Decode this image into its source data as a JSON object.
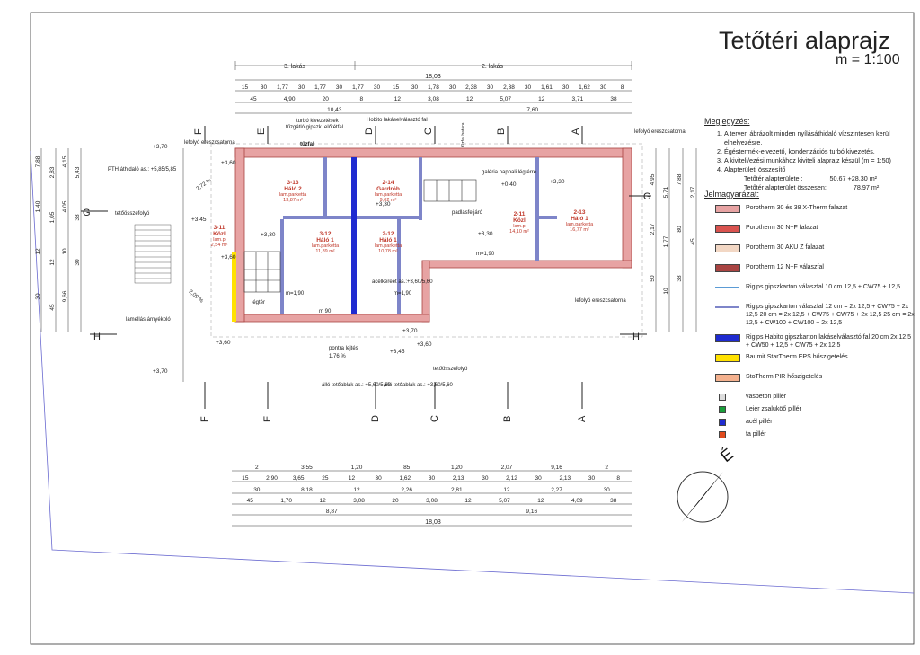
{
  "title": "Tetőtéri alaprajz",
  "scale": "m = 1:100",
  "units": {
    "unit3": "3. lakás",
    "unit2": "2. lakás"
  },
  "dims_top": {
    "overall": "18,03",
    "row1": [
      "15",
      "30",
      "1,77",
      "30",
      "1,77",
      "30",
      "1,77",
      "30",
      "15",
      "30",
      "1,78",
      "30",
      "2,38",
      "30",
      "2,38",
      "30",
      "1,61",
      "30",
      "1,62",
      "30",
      "8"
    ],
    "row2": [
      "45",
      "4,90",
      "20",
      "8",
      "12",
      "3,08",
      "12",
      "5,07",
      "12",
      "3,71",
      "38"
    ],
    "row3": [
      "10,43",
      "7,60"
    ]
  },
  "dims_bottom": {
    "row1": [
      "2",
      "3,55",
      "1,20",
      "85",
      "1,20",
      "2,07",
      "9,16",
      "2"
    ],
    "row2": [
      "15",
      "2,90",
      "3,65",
      "25",
      "12",
      "30",
      "1,62",
      "30",
      "2,13",
      "30",
      "2,12",
      "30",
      "2,13",
      "30",
      "8"
    ],
    "row3": [
      "30",
      "8,18",
      "12",
      "2,26",
      "2,81",
      "12",
      "2,27",
      "30"
    ],
    "row4": [
      "45",
      "1,70",
      "12",
      "3,08",
      "20",
      "3,08",
      "12",
      "5,07",
      "12",
      "4,09",
      "38"
    ],
    "row5": [
      "8,87",
      "9,16"
    ],
    "overall": "18,03"
  },
  "dims_left": [
    "7,88",
    "2,83",
    "4,15",
    "5,43",
    "1,40",
    "1,05",
    "4,05",
    "38",
    "12",
    "12",
    "10",
    "30",
    "30",
    "45",
    "9,66"
  ],
  "dims_right": [
    "4,95",
    "5,71",
    "7,88",
    "2,17",
    "2,17",
    "1,77",
    "80",
    "45",
    "50",
    "10",
    "38"
  ],
  "sections": [
    "F",
    "E",
    "D",
    "C",
    "B",
    "A",
    "G",
    "H"
  ],
  "rooms": [
    {
      "code": "3-13",
      "name": "Háló 2",
      "finish": "lam.parketta",
      "area": "13,87 m²"
    },
    {
      "code": "3-11",
      "name": "Közl",
      "finish": "lam.p",
      "area": "2,54 m²"
    },
    {
      "code": "3-12",
      "name": "Háló 1",
      "finish": "lam.parketta",
      "area": "11,89 m²"
    },
    {
      "code": "2-14",
      "name": "Gardrób",
      "finish": "lam.parketta",
      "area": "9,02 m²"
    },
    {
      "code": "2-12",
      "name": "Háló 1",
      "finish": "lam.parketta",
      "area": "10,78 m²"
    },
    {
      "code": "2-11",
      "name": "Közl",
      "finish": "lam.p",
      "area": "14,10 m²"
    },
    {
      "code": "2-13",
      "name": "Háló 1",
      "finish": "lam.parketta",
      "area": "16,77 m²"
    }
  ],
  "annotations": {
    "turbo": "turbó kivezetések",
    "gypsum": "tűzgátló gipszk. előtétfal",
    "hobito": "Hobito lakáselválasztó fal",
    "tuzfal": "tűzfal",
    "tuzfal_hatara": "tűzfal határa",
    "lefolyo_l": "lefolyó ereszcsatorna",
    "lefolyo_r": "lefolyó ereszcsatorna",
    "lefolyo_b": "lefolyó ereszcsatorna",
    "pth": "PTH áthidaló as.: +5,85/5,85",
    "tetoosszefolyo_l": "tetőösszefolyó",
    "tetoosszefolyo_b": "tetőösszefolyó",
    "lamellas": "lamellás árnyékoló",
    "legter": "légtér",
    "galeria": "galéria nappali légtérre",
    "padlas": "padlásfeljáró",
    "acel": "acélkereet as.:+3,60/5,60",
    "tetoablak1": "álló tetőablak as.: +5,60/5,60",
    "tetoablak2": "álló tetőablak as.: +3,60/5,60",
    "pontra": "pontra lejtés",
    "lejtes1": "1,76 %",
    "lejtes2": "2,72 %",
    "lejtes3": "2,09 %",
    "m190a": "m=1,90",
    "m190b": "m=1,90",
    "m190c": "m=1,90",
    "m90": "m 90"
  },
  "levels": [
    "+3,70",
    "+3,60",
    "+3,45",
    "+3,30",
    "+3,60",
    "+3,30",
    "+3,30",
    "+0,40",
    "+3,60",
    "+3,70",
    "+3,45",
    "+3,60",
    "+3,30",
    "+3,70"
  ],
  "notes": {
    "heading": "Megjegyzés:",
    "items": [
      "A terven ábrázolt minden nyílásáthidaló vízszintesen kerül elhelyezésre.",
      "Égéstermék-elvezető, kondenzációs turbó kivezetés.",
      "A kiviteli/ezési munkához kiviteli alaprajz készül (m = 1:50)",
      "Alapterületi összesítő"
    ],
    "area1_label": "Tetőtér alapterülete :",
    "area1_value": "50,67 +28,30 m²",
    "area2_label": "Tetőtér alapterület összesen:",
    "area2_value": "78,97 m²"
  },
  "legend": {
    "heading": "Jelmagyarázat:",
    "items": [
      {
        "label": "Porotherm 30 és 38 X-Therm falazat",
        "color": "#e7a3a3"
      },
      {
        "label": "Porotherm 30 N+F falazat",
        "color": "#d9534f"
      },
      {
        "label": "Porotherm 30 AKU Z falazat",
        "color": "#f2d7c4"
      },
      {
        "label": "Porotherm 12 N+F válaszfal",
        "color": "#a94442"
      },
      {
        "label": "Rigips gipszkarton válaszfal 10 cm 12,5 + CW75 + 12,5",
        "color": "#5b9bd5"
      },
      {
        "label": "Rigips gipszkarton válaszfal 12 cm = 2x 12,5 + CW75 + 2x 12,5 20 cm = 2x 12,5 + CW75 + CW75 + 2x 12,5 25 cm = 2x 12,5 + CW100 + CW100 + 2x 12,5",
        "color": "#7e85c9"
      },
      {
        "label": "Rigips Habito gipszkarton lakáselválasztó fal 20 cm 2x 12,5 + CW50 + 12,5 + CW75 + 2x 12,5",
        "color": "#1f2bd0"
      },
      {
        "label": "Baumit StarTherm EPS hőszigetelés",
        "color": "#ffe100"
      },
      {
        "label": "StoTherm PIR hőszigetelés",
        "color": "#f4b18e"
      },
      {
        "label": "vasbeton pillér",
        "color": "#dddddd"
      },
      {
        "label": "Leier zsaluköő pillér",
        "color": "#1a9e3a"
      },
      {
        "label": "acél pillér",
        "color": "#1f2bd0"
      },
      {
        "label": "fa pillér",
        "color": "#e04a1c"
      }
    ]
  },
  "colors": {
    "wall": "#e7a3a3",
    "wall_dark": "#a94442",
    "partition": "#7e85c9",
    "habito": "#1f2bd0",
    "eps": "#ffe100",
    "dim": "#333333",
    "annot": "#c0392b"
  },
  "north_label": "É"
}
